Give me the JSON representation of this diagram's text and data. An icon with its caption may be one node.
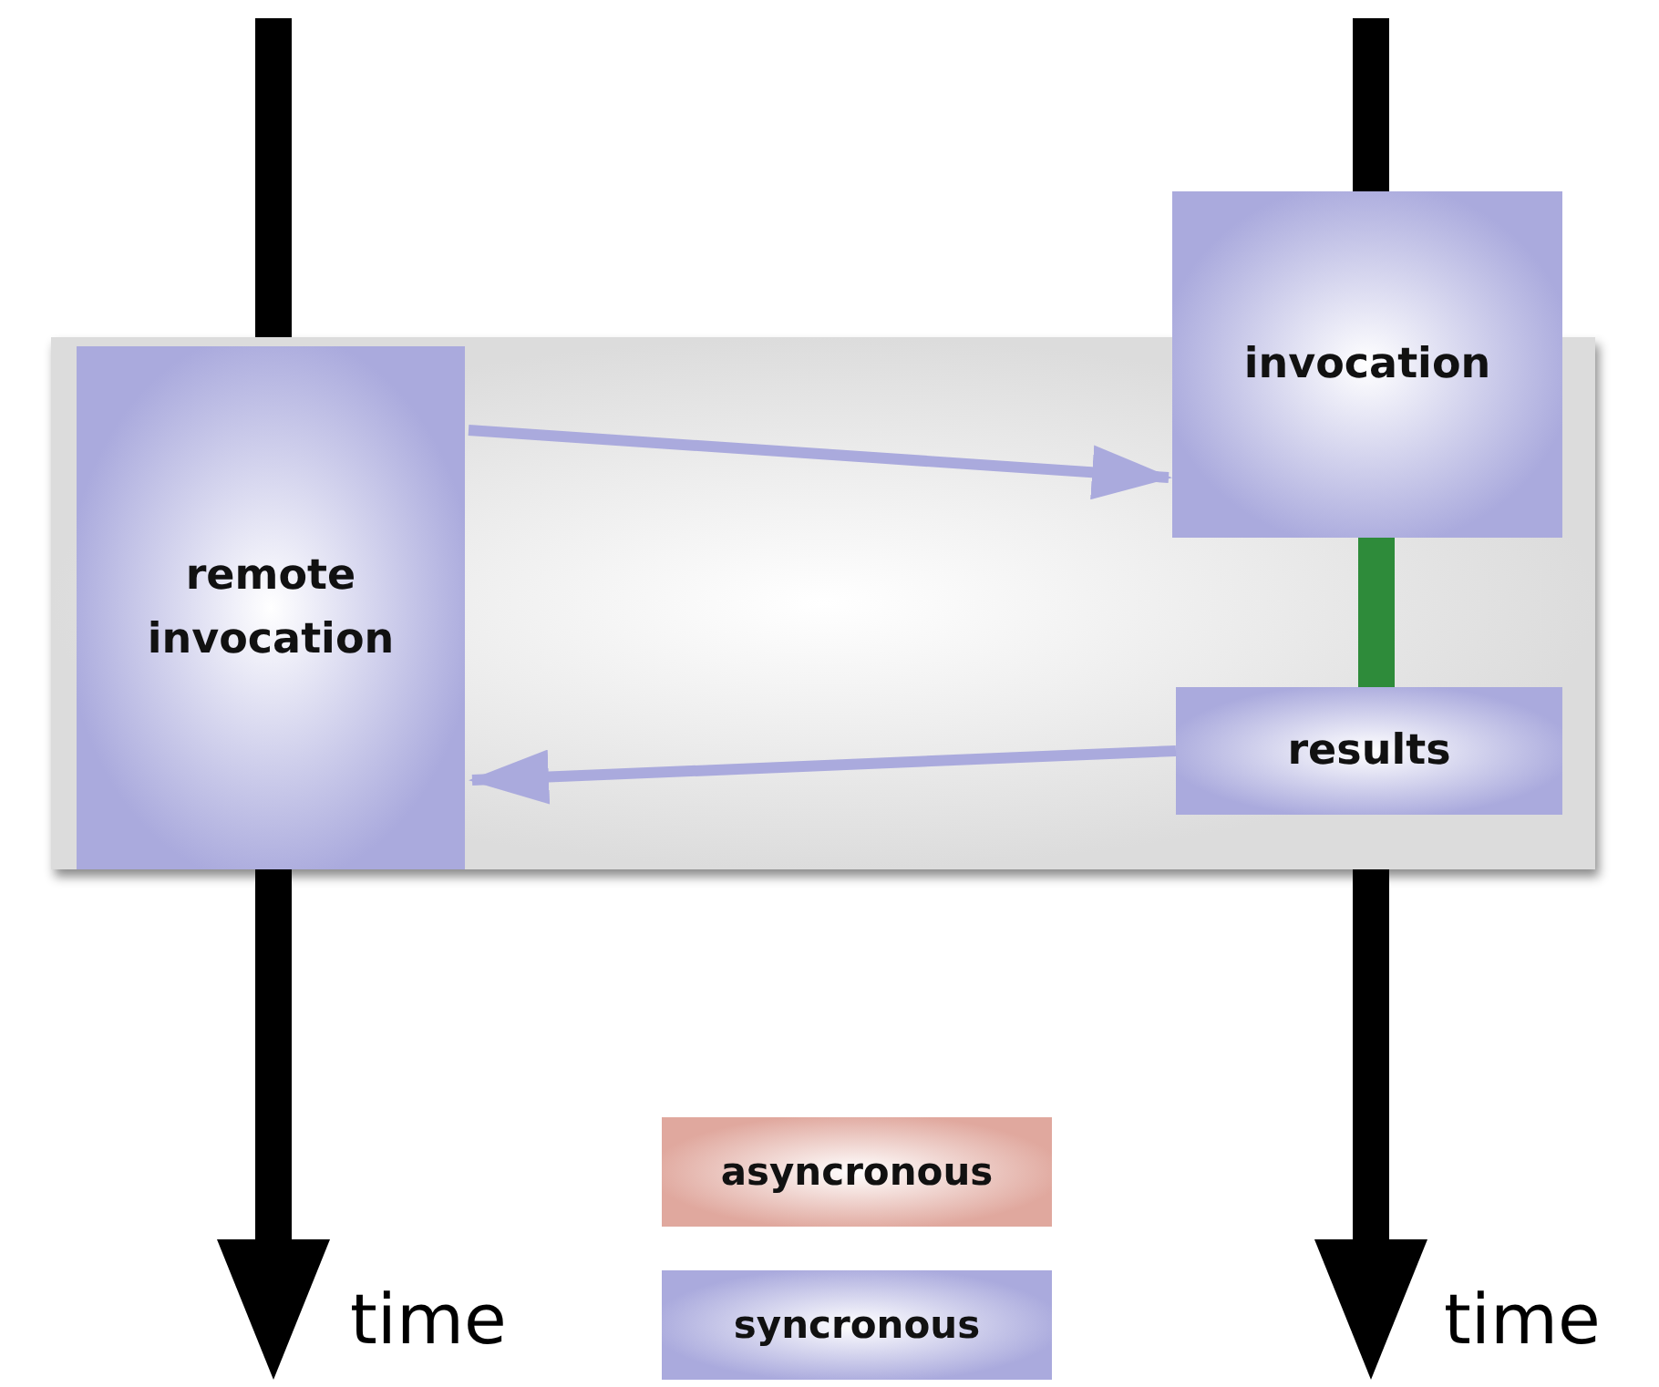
{
  "diagram": {
    "nodes": [
      {
        "text": [
          "remote invocation"
        ]
      },
      {
        "text": [
          "invocation"
        ]
      },
      {
        "text": [
          "results"
        ]
      }
    ],
    "edges": [
      {
        "from": 0,
        "to": 1,
        "arrow": "to"
      },
      {
        "from": 2,
        "to": 0,
        "arrow": "to"
      },
      {
        "from": 1,
        "to": 2,
        "arrow": "none",
        "style": "thick",
        "color": "#2e8b3a"
      }
    ],
    "labels": [
      "time",
      "time"
    ],
    "legend": [
      {
        "text": "asyncronous",
        "color": "#e0a89e"
      },
      {
        "text": "syncronous",
        "color": "#aaaadd"
      }
    ]
  }
}
